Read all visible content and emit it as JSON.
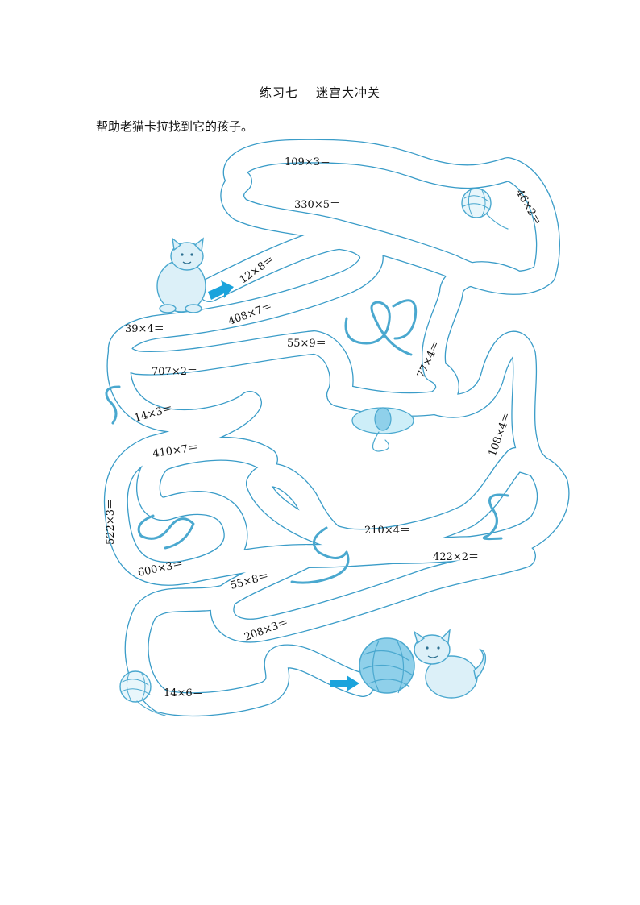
{
  "page": {
    "title_part1": "练习七",
    "title_part2": "迷宫大冲关",
    "instruction": "帮助老猫卡拉找到它的孩子。"
  },
  "maze": {
    "problems": [
      "109×3＝",
      "330×5＝",
      "46×2＝",
      "12×8＝",
      "408×7＝",
      "39×4＝",
      "55×9＝",
      "707×2＝",
      "77×4＝",
      "14×3＝",
      "410×7＝",
      "108×4＝",
      "522×3＝",
      "210×4＝",
      "422×2＝",
      "600×3＝",
      "55×8＝",
      "208×3＝",
      "14×6＝"
    ],
    "pictures": {
      "start": "mother-cat",
      "goal": "kitten-with-yarn-ball",
      "decorations": [
        "yarn-ball",
        "yarn-skein",
        "loose-yarn"
      ]
    },
    "colors": {
      "path": "#3a9cc8",
      "arrow": "#1aa3dc",
      "illustration": "#dcf0f8"
    }
  }
}
